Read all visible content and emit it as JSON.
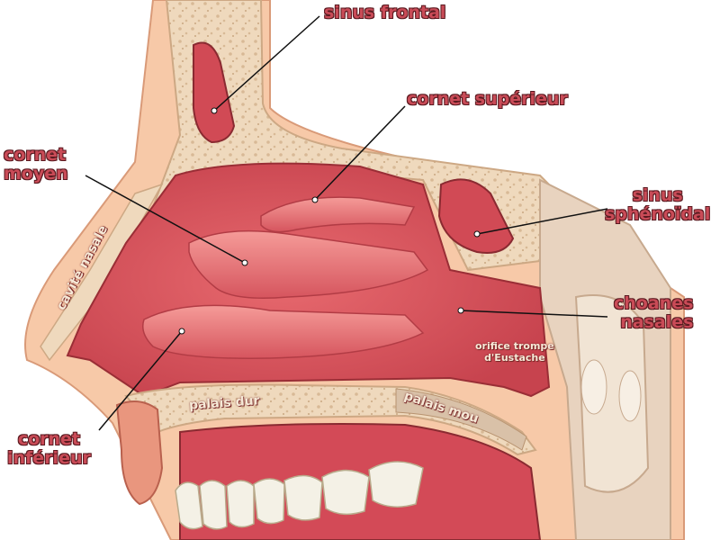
{
  "labels": {
    "sinus_frontal": "sinus frontal",
    "cornet_superieur": "cornet supérieur",
    "cornet_moyen": [
      "cornet",
      "moyen"
    ],
    "sinus_sphenoidal": [
      "sinus",
      "sphénoïdal"
    ],
    "choanes_nasales": [
      "choanes",
      "nasales"
    ],
    "cornet_inferieur": [
      "cornet",
      "inférieur"
    ]
  },
  "inner_labels": {
    "cavite_nasale": "cavité nasale",
    "palais_dur": "palais dur",
    "palais_mou": "palais mou",
    "orifice_trompe": [
      "orifice trompe",
      "d'Eustache"
    ]
  },
  "colors": {
    "label_text": "#c94b57",
    "label_outline": "#5a1a20",
    "cavity": "#d9545e",
    "cavity_light": "#f08a8a",
    "bone": "#f1dcc1",
    "bone_edge": "#d8b996",
    "skin": "#f7c9a8",
    "teeth": "#f4f1e6",
    "leader_line": "#111111"
  }
}
